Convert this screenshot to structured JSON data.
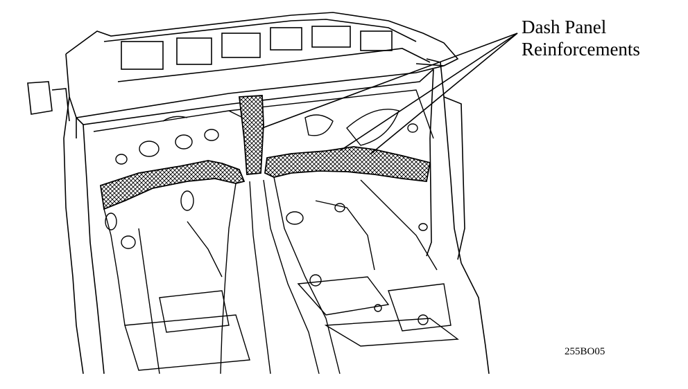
{
  "callout": {
    "line1": "Dash Panel",
    "line2": "Reinforcements"
  },
  "figure_code": "255BO05",
  "colors": {
    "line": "#000000",
    "background": "#ffffff"
  }
}
